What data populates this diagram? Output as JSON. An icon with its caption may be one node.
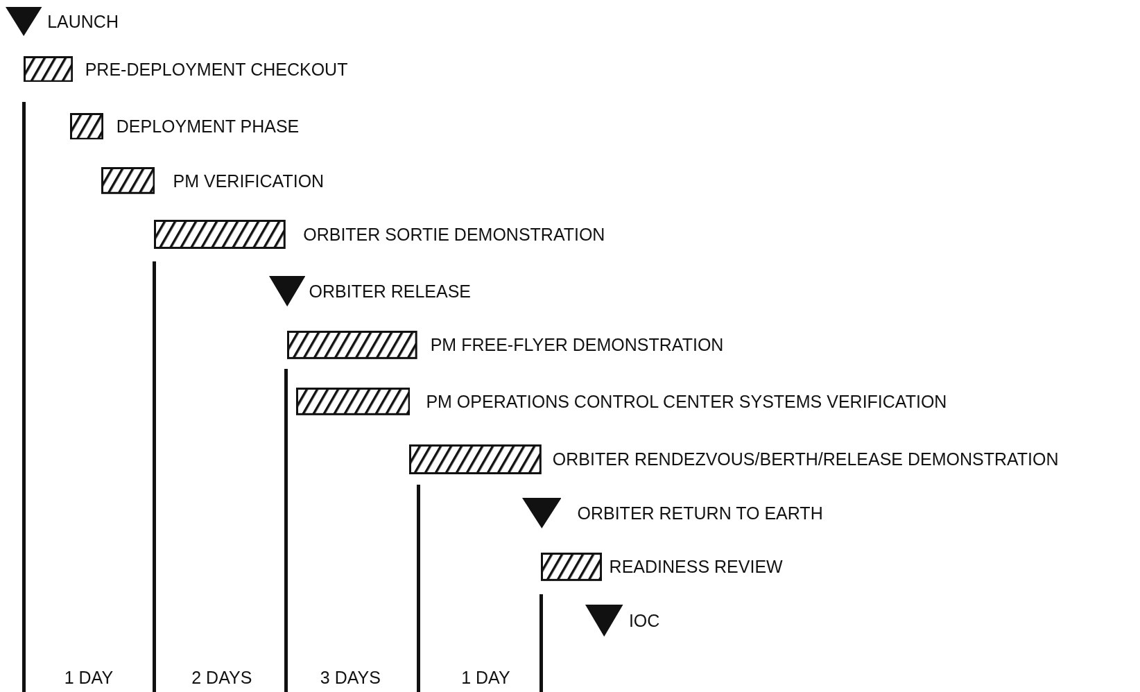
{
  "diagram": {
    "nodes": [
      {
        "text": [],
        "shape": "triangle",
        "beside": [
          "LAUNCH"
        ]
      },
      {
        "text": [],
        "shape": "bar",
        "beside": [
          "PRE-DEPLOYMENT CHECKOUT"
        ]
      },
      {
        "text": [],
        "shape": "bar",
        "beside": [
          "DEPLOYMENT PHASE"
        ]
      },
      {
        "text": [],
        "shape": "bar",
        "beside": [
          "PM VERIFICATION"
        ]
      },
      {
        "text": [],
        "shape": "bar",
        "beside": [
          "ORBITER SORTIE DEMONSTRATION"
        ]
      },
      {
        "text": [],
        "shape": "triangle",
        "beside": [
          "ORBITER RELEASE"
        ]
      },
      {
        "text": [],
        "shape": "bar",
        "beside": [
          "PM FREE-FLYER DEMONSTRATION"
        ]
      },
      {
        "text": [],
        "shape": "bar",
        "beside": [
          "PM OPERATIONS CONTROL CENTER SYSTEMS VERIFICATION"
        ]
      },
      {
        "text": [],
        "shape": "bar",
        "beside": [
          "ORBITER RENDEZVOUS/BERTH/RELEASE DEMONSTRATION"
        ]
      },
      {
        "text": [],
        "shape": "triangle",
        "beside": [
          "ORBITER RETURN TO EARTH"
        ]
      },
      {
        "text": [],
        "shape": "bar",
        "beside": [
          "READINESS REVIEW"
        ]
      },
      {
        "text": [],
        "shape": "triangle",
        "beside": [
          "IOC"
        ]
      }
    ],
    "labels": [
      "1 DAY",
      "2 DAYS",
      "3 DAYS",
      "1 DAY"
    ]
  }
}
